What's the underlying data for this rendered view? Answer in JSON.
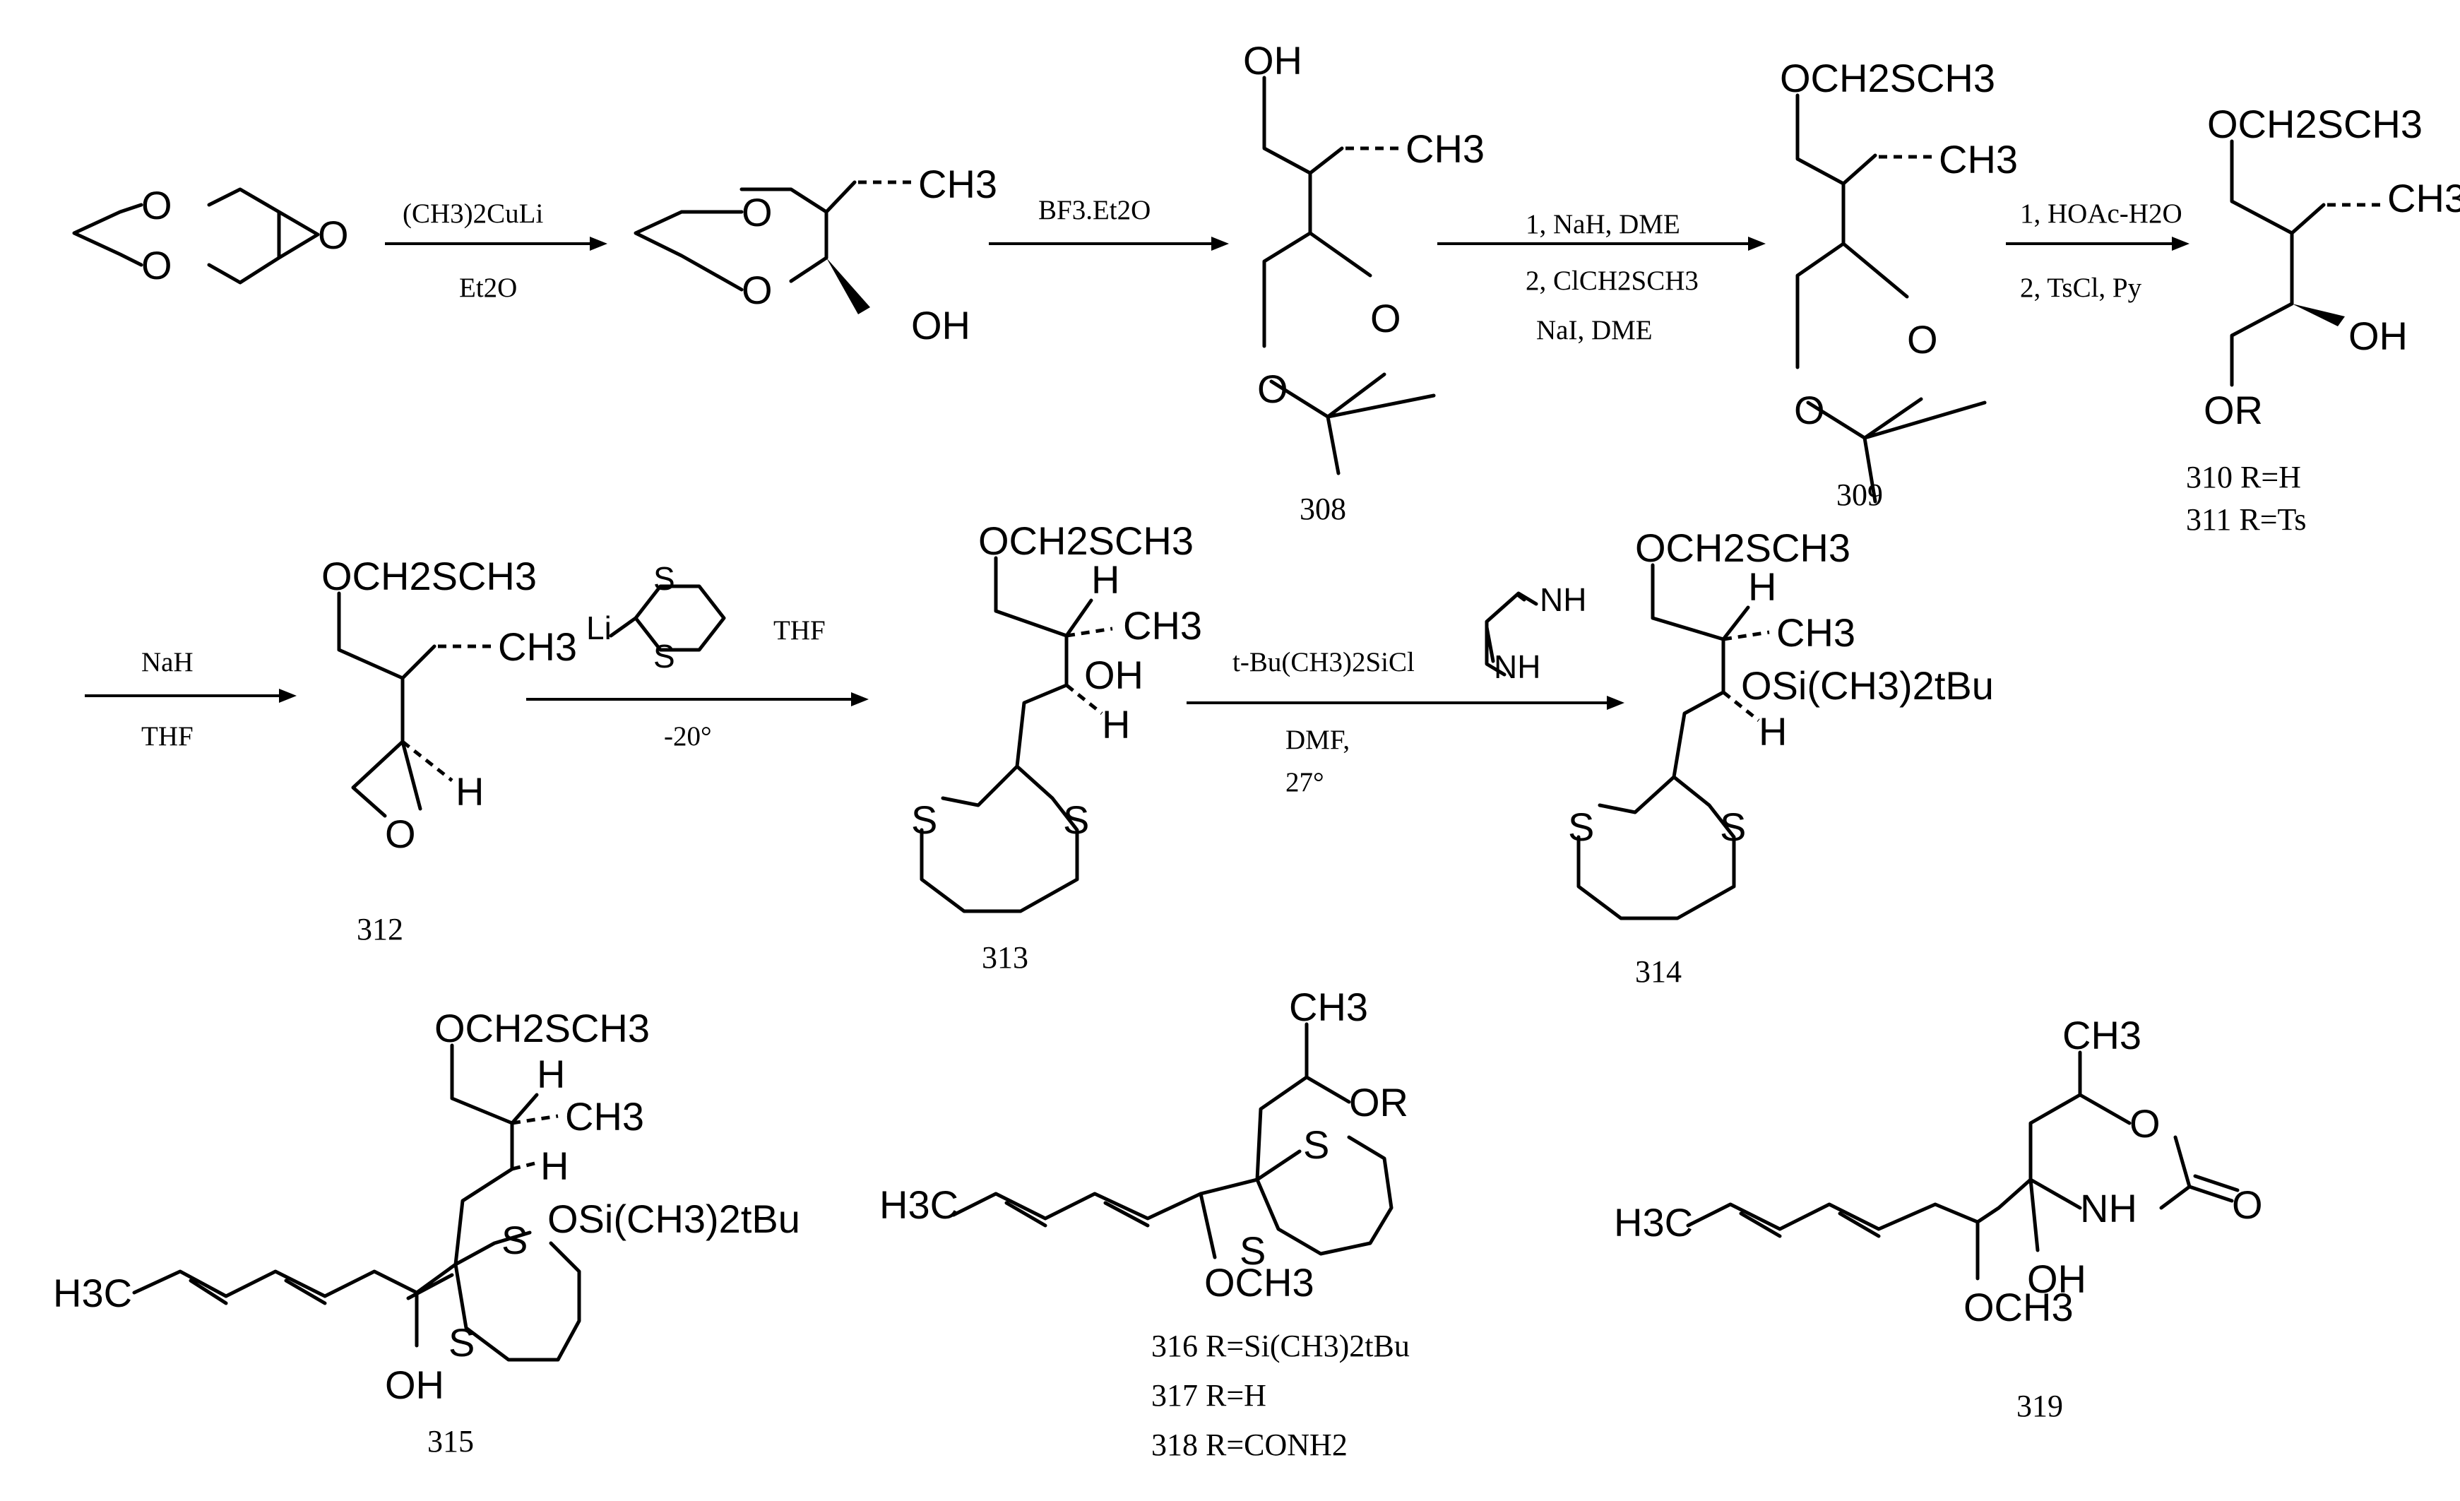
{
  "atoms": {
    "O": "O",
    "S": "S",
    "H": "H",
    "OH": "OH",
    "OR": "OR",
    "Li": "Li",
    "NH": "NH",
    "CH3": "CH3",
    "H3C": "H3C",
    "OCH2SCH3": "OCH2SCH3",
    "OCH3": "OCH3",
    "OSiTBS": "OSi(CH3)2tBu"
  },
  "arrows": [
    {
      "above": "(CH3)2CuLi",
      "below": "Et2O"
    },
    {
      "above": "BF3.Et2O",
      "below": ""
    },
    {
      "above": "1, NaH, DME",
      "below": "2, ClCH2SCH3",
      "below2": "NaI, DME"
    },
    {
      "above": "1, HOAc-H2O",
      "below": "2, TsCl, Py"
    },
    {
      "above": "NaH",
      "below": "THF"
    },
    {
      "above": "THF",
      "below": "-20°"
    },
    {
      "above": "t-Bu(CH3)2SiCl",
      "below": "DMF,",
      "below2": "27°"
    }
  ],
  "compounds": {
    "c308": "308",
    "c309": "309",
    "c310": "310 R=H",
    "c311": "311 R=Ts",
    "c312": "312",
    "c313": "313",
    "c314": "314",
    "c315": "315",
    "c316": "316 R=Si(CH3)2tBu",
    "c317": "317 R=H",
    "c318": "318 R=CONH2",
    "c319": "319"
  }
}
